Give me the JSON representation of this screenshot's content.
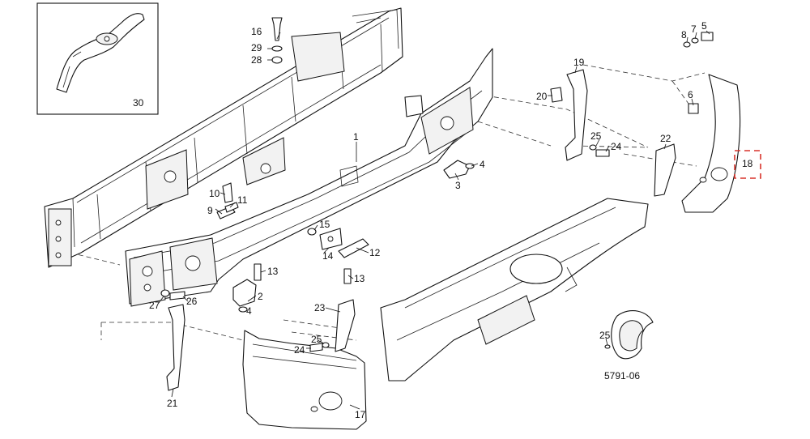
{
  "diagram": {
    "document_number": "5791-06",
    "colors": {
      "line": "#111111",
      "highlight": "#d9342b",
      "background": "#ffffff"
    },
    "callouts": [
      {
        "id": "p1",
        "label": "1"
      },
      {
        "id": "p2",
        "label": "2"
      },
      {
        "id": "p3",
        "label": "3"
      },
      {
        "id": "p4a",
        "label": "4"
      },
      {
        "id": "p4b",
        "label": "4"
      },
      {
        "id": "p5",
        "label": "5"
      },
      {
        "id": "p6",
        "label": "6"
      },
      {
        "id": "p7",
        "label": "7"
      },
      {
        "id": "p8",
        "label": "8"
      },
      {
        "id": "p9",
        "label": "9"
      },
      {
        "id": "p10",
        "label": "10"
      },
      {
        "id": "p11",
        "label": "11"
      },
      {
        "id": "p12",
        "label": "12"
      },
      {
        "id": "p13a",
        "label": "13"
      },
      {
        "id": "p13b",
        "label": "13"
      },
      {
        "id": "p14",
        "label": "14"
      },
      {
        "id": "p15",
        "label": "15"
      },
      {
        "id": "p16",
        "label": "16"
      },
      {
        "id": "p17",
        "label": "17"
      },
      {
        "id": "p18",
        "label": "18"
      },
      {
        "id": "p19",
        "label": "19"
      },
      {
        "id": "p20",
        "label": "20"
      },
      {
        "id": "p21",
        "label": "21"
      },
      {
        "id": "p22",
        "label": "22"
      },
      {
        "id": "p23",
        "label": "23"
      },
      {
        "id": "p24a",
        "label": "24"
      },
      {
        "id": "p24b",
        "label": "24"
      },
      {
        "id": "p25a",
        "label": "25"
      },
      {
        "id": "p25b",
        "label": "25"
      },
      {
        "id": "p25c",
        "label": "25"
      },
      {
        "id": "p26",
        "label": "26"
      },
      {
        "id": "p27",
        "label": "27"
      },
      {
        "id": "p28",
        "label": "28"
      },
      {
        "id": "p29",
        "label": "29"
      },
      {
        "id": "p30",
        "label": "30"
      }
    ],
    "highlighted_part": "18"
  }
}
